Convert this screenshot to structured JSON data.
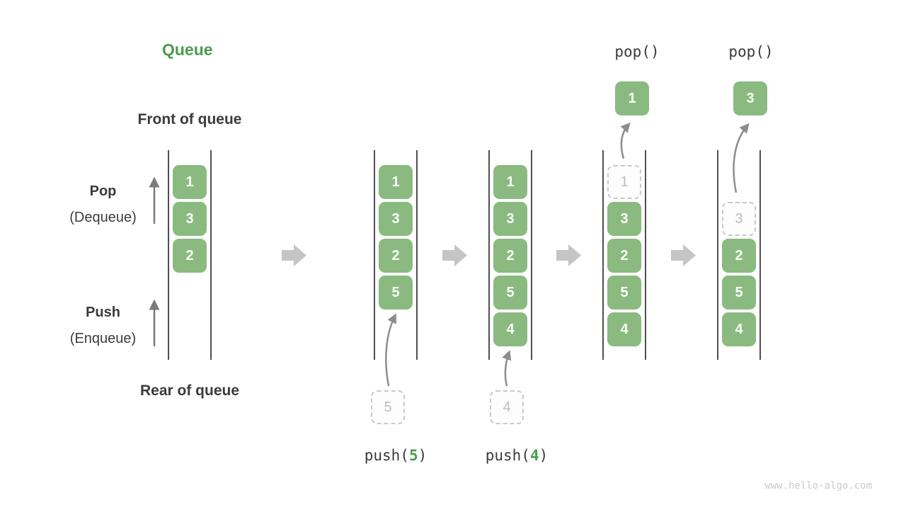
{
  "title": "Queue",
  "watermark": "www.hello-algo.com",
  "side_labels": {
    "front": "Front of queue",
    "rear": "Rear of queue",
    "pop_main": "Pop",
    "pop_sub": "(Dequeue)",
    "push_main": "Push",
    "push_sub": "(Enqueue)"
  },
  "operations": {
    "push5": {
      "prefix": "push(",
      "value": "5",
      "suffix": ")"
    },
    "push4": {
      "prefix": "push(",
      "value": "4",
      "suffix": ")"
    },
    "pop1": "pop()",
    "pop2": "pop()"
  },
  "colors": {
    "item_green": "#8aba80",
    "accent_green": "#4c9b4e",
    "text_dark": "#3b3b3b",
    "wall_gray": "#4f4f4f",
    "block_arrow_gray": "#c5c5c5",
    "dashed_border_gray": "#c9c9c9",
    "ghost_text_gray": "#bdbdbd",
    "curve_arrow_gray": "#8d8d8d",
    "watermark_gray": "#cbcbcb"
  },
  "diagram": {
    "type": "queue-operations",
    "states": [
      {
        "queue": [
          "1",
          "3",
          "2"
        ]
      },
      {
        "queue": [
          "1",
          "3",
          "2",
          "5"
        ],
        "pushing": "5"
      },
      {
        "queue": [
          "1",
          "3",
          "2",
          "5",
          "4"
        ],
        "pushing": "4"
      },
      {
        "queue": [
          "3",
          "2",
          "5",
          "4"
        ],
        "popping": "1"
      },
      {
        "queue": [
          "2",
          "5",
          "4"
        ],
        "popping": "3"
      }
    ]
  }
}
